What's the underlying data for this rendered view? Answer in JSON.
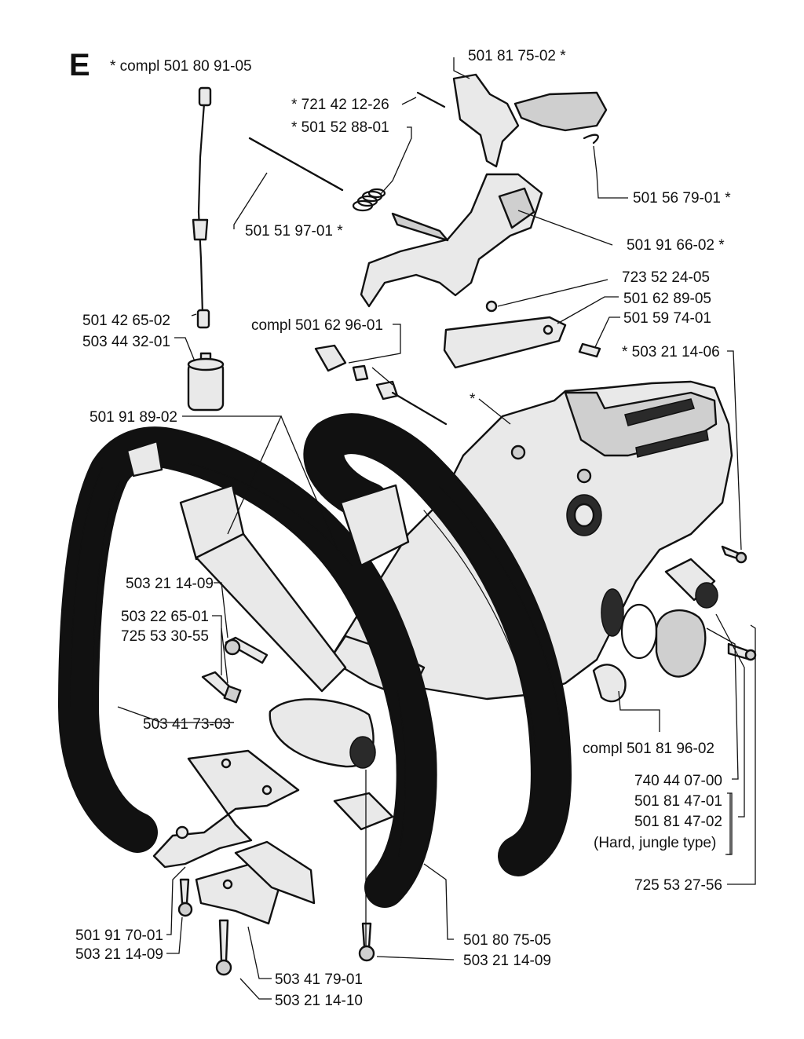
{
  "diagram": {
    "section_letter": "E",
    "assembly_note": "* compl 501 80 91-05",
    "labels": {
      "p_501817502": "501 81 75-02 *",
      "p_721421226": "* 721 42 12-26",
      "p_501528801": "* 501 52 88-01",
      "p_501567901": "501 56 79-01 *",
      "p_501519701": "501 51 97-01 *",
      "p_501916602": "501 91 66-02 *",
      "p_723522405": "723 52 24-05",
      "p_501628905": "501 62 89-05",
      "p_501597401": "501 59 74-01",
      "p_501426502": "501 42 65-02",
      "p_503443201": "503 44 32-01",
      "p_501629601": "compl 501 62 96-01",
      "p_503211406": "* 503 21 14-06",
      "p_star": "*",
      "p_501918902": "501 91 89-02",
      "p_503211409_a": "503 21 14-09",
      "p_503226501": "503 22 65-01",
      "p_725533055": "725 53 30-55",
      "p_503417303": "503 41 73-03",
      "p_501819602": "compl 501 81 96-02",
      "p_740440700": "740 44 07-00",
      "p_501814701": "501 81 47-01",
      "p_501814702": "501 81 47-02",
      "p_hard_jungle": "(Hard, jungle type)",
      "p_725532756": "725 53 27-56",
      "p_501917001": "501 91 70-01",
      "p_503211409_b": "503 21 14-09",
      "p_501807505": "501 80 75-05",
      "p_503211409_c": "503 21 14-09",
      "p_503417901": "503 41 79-01",
      "p_503211410": "503 21 14-10"
    }
  }
}
